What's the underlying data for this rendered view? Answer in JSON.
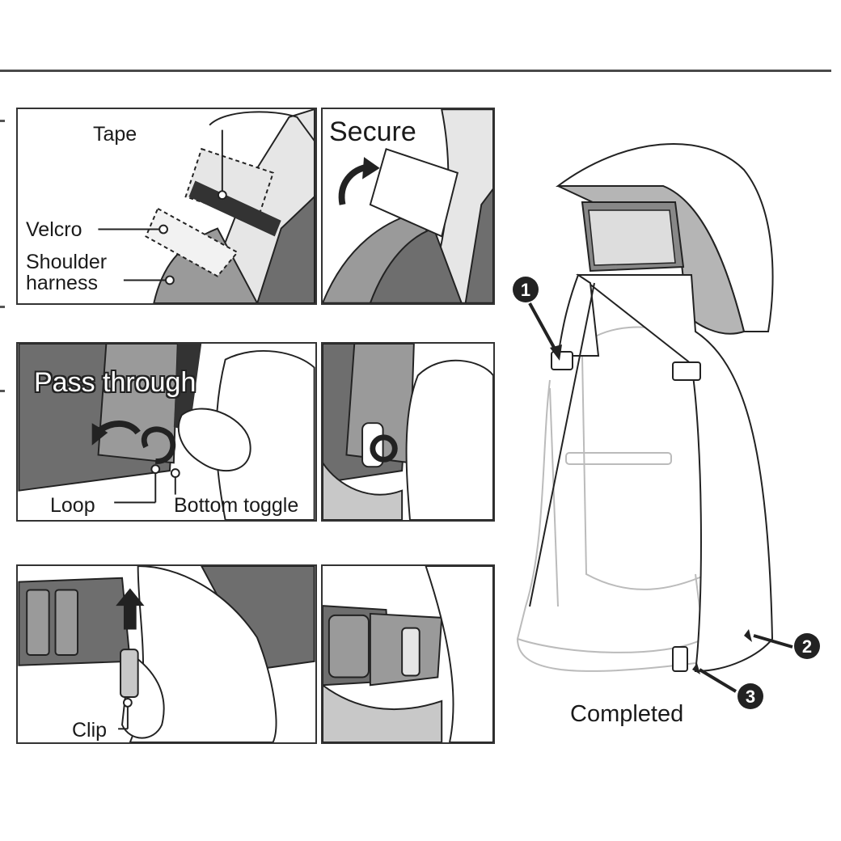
{
  "labels": {
    "tape": "Tape",
    "velcro": "Velcro",
    "shoulder_harness_line1": "Shoulder",
    "shoulder_harness_line2": "harness",
    "secure": "Secure",
    "pass_through": "Pass through",
    "loop": "Loop",
    "bottom_toggle": "Bottom toggle",
    "clip": "Clip",
    "completed": "Completed"
  },
  "callouts": [
    "1",
    "2",
    "3"
  ],
  "colors": {
    "line": "#222222",
    "dark_fill": "#6e6e6e",
    "mid_fill": "#9a9a9a",
    "light_fill": "#c8c8c8",
    "pale_fill": "#e6e6e6"
  }
}
